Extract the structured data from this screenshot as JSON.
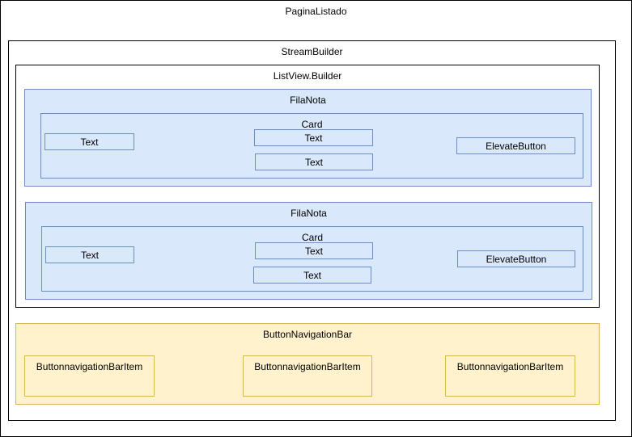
{
  "pagina_listado": {
    "label": "PaginaListado"
  },
  "stream_builder": {
    "label": "StreamBuilder"
  },
  "listview_builder": {
    "label": "ListView.Builder"
  },
  "rows": [
    {
      "label": "FilaNota",
      "card": {
        "label": "Card",
        "text_top": "Text",
        "text_bottom": "Text"
      },
      "left_text": "Text",
      "button": "ElevateButton"
    },
    {
      "label": "FilaNota",
      "card": {
        "label": "Card",
        "text_top": "Text",
        "text_bottom": "Text"
      },
      "left_text": "Text",
      "button": "ElevateButton"
    }
  ],
  "nav_bar": {
    "label": "ButtonNavigationBar",
    "items": [
      "ButtonnavigationBarItem",
      "ButtonnavigationBarItem",
      "ButtonnavigationBarItem"
    ]
  },
  "colors": {
    "container_border": "#000000",
    "row_fill": "#dae8fc",
    "row_border": "#6c8ebf",
    "nav_fill": "#fff2cc",
    "nav_border": "#d6b656"
  }
}
